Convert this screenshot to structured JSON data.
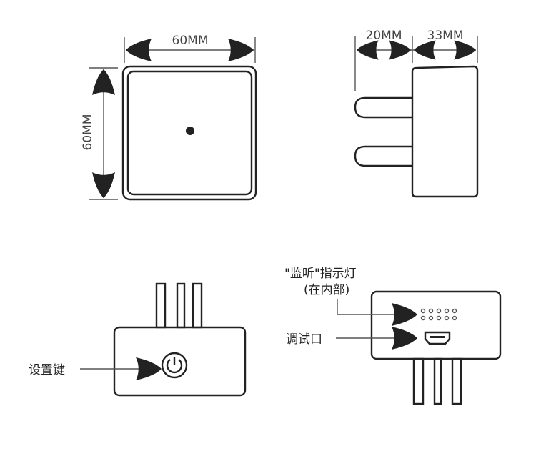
{
  "front_view": {
    "width_label": "60MM",
    "height_label": "60MM"
  },
  "side_view": {
    "prong_label": "20MM",
    "depth_label": "33MM"
  },
  "bottom_left_view": {
    "button_label": "设置键"
  },
  "bottom_right_view": {
    "indicator_label": "\"监听\"指示灯",
    "indicator_sublabel": "(在内部)",
    "debug_port_label": "调试口"
  },
  "colors": {
    "line": "#222222",
    "background": "#ffffff"
  }
}
